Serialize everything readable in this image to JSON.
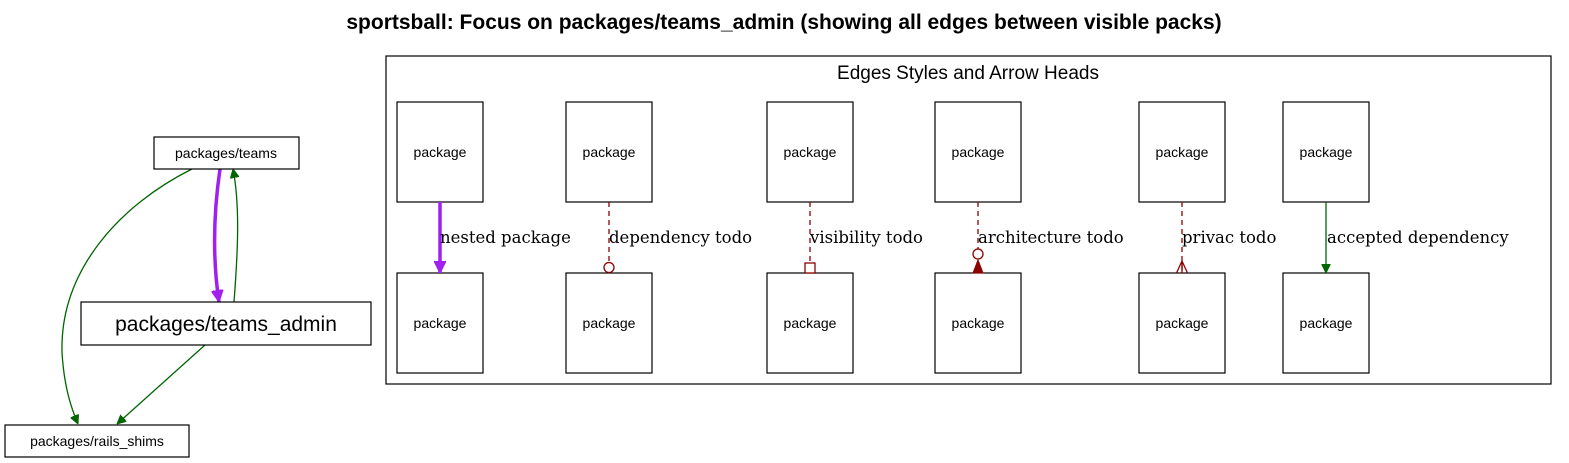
{
  "title": "sportsball: Focus on packages/teams_admin (showing all edges between visible packs)",
  "graph": {
    "nodes": {
      "teams": "packages/teams",
      "teams_admin": "packages/teams_admin",
      "rails_shims": "packages/rails_shims"
    },
    "edges": [
      {
        "from": "teams",
        "to": "teams_admin",
        "kind": "nested package"
      },
      {
        "from": "teams_admin",
        "to": "teams",
        "kind": "accepted dependency"
      },
      {
        "from": "teams",
        "to": "rails_shims",
        "kind": "accepted dependency"
      },
      {
        "from": "teams_admin",
        "to": "rails_shims",
        "kind": "accepted dependency"
      }
    ]
  },
  "legend": {
    "title": "Edges Styles and Arrow Heads",
    "package_label": "package",
    "items": [
      {
        "label": "nested package",
        "color": "#a020f0",
        "style": "solid-bold",
        "arrowhead": "normal"
      },
      {
        "label": "dependency todo",
        "color": "#8b0000",
        "style": "dashed",
        "arrowhead": "odot"
      },
      {
        "label": "visibility todo",
        "color": "#8b0000",
        "style": "dashed",
        "arrowhead": "obox"
      },
      {
        "label": "architecture todo",
        "color": "#8b0000",
        "style": "dashed",
        "arrowhead": "normal-odot"
      },
      {
        "label": "privac todo",
        "color": "#8b0000",
        "style": "dashed",
        "arrowhead": "crow"
      },
      {
        "label": "accepted dependency",
        "color": "#006400",
        "style": "solid",
        "arrowhead": "normal"
      }
    ]
  },
  "colors": {
    "nested": "#a020f0",
    "todo": "#8b0000",
    "accepted": "#006400"
  }
}
